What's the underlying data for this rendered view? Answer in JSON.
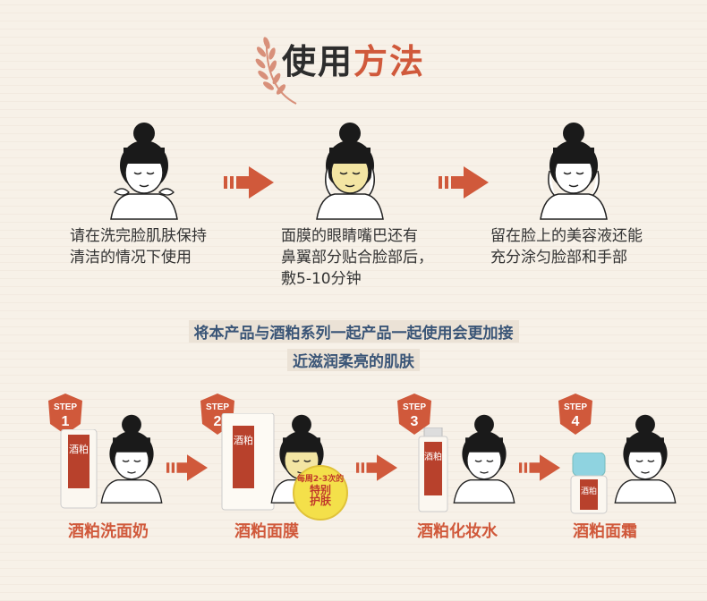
{
  "title": {
    "part1": "使用",
    "part2": "方法"
  },
  "steps_top": [
    {
      "lines": [
        "请在洗完脸肌肤保持",
        "清洁的情况下使用"
      ]
    },
    {
      "lines": [
        "面膜的眼睛嘴巴还有",
        "鼻翼部分贴合脸部后，",
        "敷5-10分钟"
      ]
    },
    {
      "lines": [
        "留在脸上的美容液还能",
        "充分涂匀脸部和手部"
      ]
    }
  ],
  "middle_text": {
    "line1": "将本产品与酒粕系列一起产品一起使用会更加接",
    "line2": "近滋润柔亮的肌肤"
  },
  "steps_bottom": [
    {
      "step": "STEP",
      "num": "1",
      "label": "酒粕洗面奶",
      "product_text": "酒粕"
    },
    {
      "step": "STEP",
      "num": "2",
      "label": "酒粕面膜",
      "product_text": "酒粕"
    },
    {
      "step": "STEP",
      "num": "3",
      "label": "酒粕化妆水",
      "product_text": "酒粕"
    },
    {
      "step": "STEP",
      "num": "4",
      "label": "酒粕面霜",
      "product_text": "酒粕"
    }
  ],
  "tag": {
    "line1": "每周2-3次的",
    "line2": "特别",
    "line3": "护肤"
  },
  "colors": {
    "accent": "#d0593b",
    "blue_text": "#3a5577",
    "background": "#f7f1e8"
  },
  "icons": [
    "wheat-icon",
    "arrow-right-icon",
    "woman-face-icon"
  ]
}
